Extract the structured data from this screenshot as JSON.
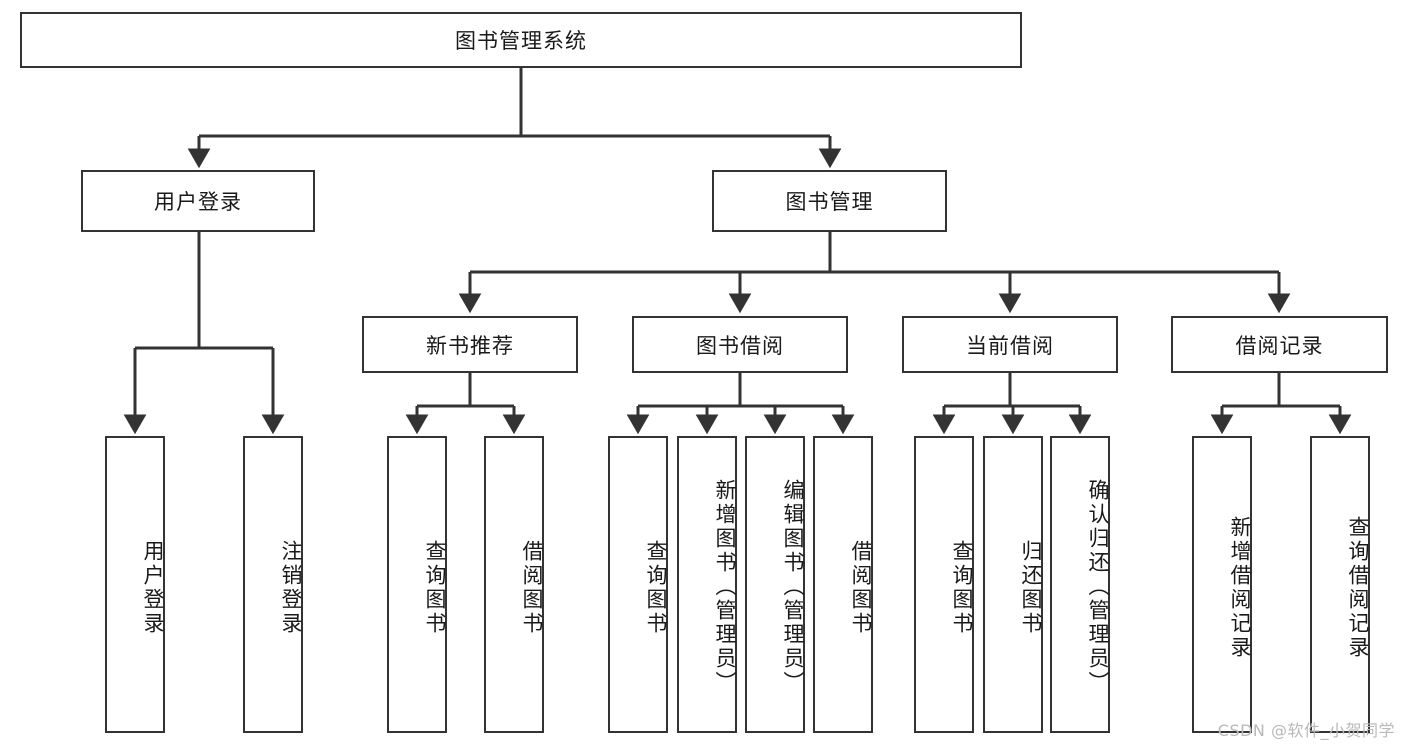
{
  "diagram": {
    "title": "图书管理系统",
    "type": "tree",
    "root": {
      "id": "root",
      "label": "图书管理系统"
    },
    "level2": [
      {
        "id": "user-login",
        "label": "用户登录"
      },
      {
        "id": "book-manage",
        "label": "图书管理"
      }
    ],
    "level3": [
      {
        "id": "new-book-recommend",
        "label": "新书推荐",
        "parent": "book-manage"
      },
      {
        "id": "book-borrow",
        "label": "图书借阅",
        "parent": "book-manage"
      },
      {
        "id": "current-borrow",
        "label": "当前借阅",
        "parent": "book-manage"
      },
      {
        "id": "borrow-record",
        "label": "借阅记录",
        "parent": "book-manage"
      }
    ],
    "leaves": [
      {
        "id": "leaf-user-login",
        "label": "用户登录",
        "parent": "user-login"
      },
      {
        "id": "leaf-logout-login",
        "label": "注销登录",
        "parent": "user-login"
      },
      {
        "id": "leaf-query-book-1",
        "label": "查询图书",
        "parent": "new-book-recommend"
      },
      {
        "id": "leaf-borrow-book-1",
        "label": "借阅图书",
        "parent": "new-book-recommend"
      },
      {
        "id": "leaf-query-book-2",
        "label": "查询图书",
        "parent": "book-borrow"
      },
      {
        "id": "leaf-add-book",
        "label": "新增图书（管理员）",
        "parent": "book-borrow"
      },
      {
        "id": "leaf-edit-book",
        "label": "编辑图书（管理员）",
        "parent": "book-borrow"
      },
      {
        "id": "leaf-borrow-book-2",
        "label": "借阅图书",
        "parent": "book-borrow"
      },
      {
        "id": "leaf-query-book-3",
        "label": "查询图书",
        "parent": "current-borrow"
      },
      {
        "id": "leaf-return-book",
        "label": "归还图书",
        "parent": "current-borrow"
      },
      {
        "id": "leaf-confirm-return",
        "label": "确认归还（管理员）",
        "parent": "current-borrow"
      },
      {
        "id": "leaf-add-record",
        "label": "新增借阅记录",
        "parent": "borrow-record"
      },
      {
        "id": "leaf-query-record",
        "label": "查询借阅记录",
        "parent": "borrow-record"
      }
    ],
    "colors": {
      "stroke": "#333333",
      "fill": "#ffffff",
      "text": "#1a1a1a",
      "watermark": "#b9b9b9"
    }
  },
  "watermark": {
    "text": "CSDN @软件_小贺同学"
  }
}
